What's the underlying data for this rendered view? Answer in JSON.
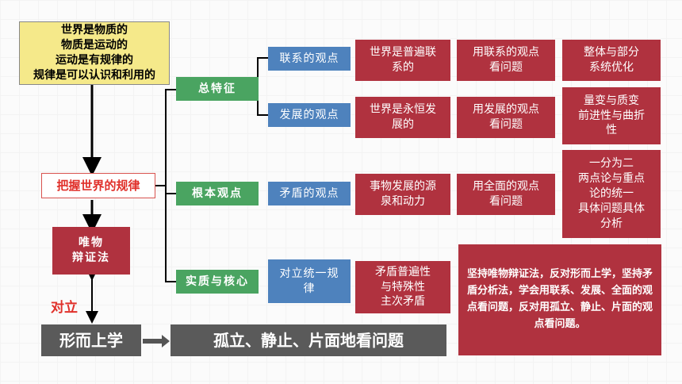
{
  "colors": {
    "red": "#b0323f",
    "green": "#4aa461",
    "blue": "#4e82bd",
    "yellow": "#f5e98a",
    "gray": "#5a5a5a",
    "accent_red": "#e0302a",
    "light_border": "#d9534f"
  },
  "left": {
    "top_box": "世界是物质的\n物质是运动的\n运动是有规律的\n规律是可以认识和利用的",
    "grasp": "把握世界的规律",
    "materialist": "唯物\n辩证法",
    "opposite": "对立",
    "metaphysics": "形而上学",
    "metaphysics_view": "孤立、静止、片面地看问题"
  },
  "categories": {
    "general": "总特征",
    "fundamental": "根本观点",
    "essence": "实质与核心"
  },
  "views": {
    "connection": "联系的观点",
    "development": "发展的观点",
    "contradiction": "矛盾的观点",
    "unity_law": "对立统一规\n律"
  },
  "descriptions": {
    "connection": "世界是普遍联\n系的",
    "development": "世界是永恒发\n展的",
    "contradiction": "事物发展的源\n泉和动力",
    "unity_law": "矛盾普遍性\n与特殊性\n主次矛盾"
  },
  "methods": {
    "connection": "用联系的观点\n看问题",
    "development": "用发展的观点\n看问题",
    "contradiction": "用全面的观点\n看问题"
  },
  "details": {
    "connection": "整体与部分\n系统优化",
    "development": "量变与质变\n前进性与曲折\n性",
    "contradiction": "一分为二\n两点论与重点\n论的统一\n具体问题具体\n分析"
  },
  "summary": "坚持唯物辩证法，反对形而上学，坚持矛盾分析法，学会用联系、发展、全面的观点看问题，反对用孤立、静止、片面的观点看问题。"
}
